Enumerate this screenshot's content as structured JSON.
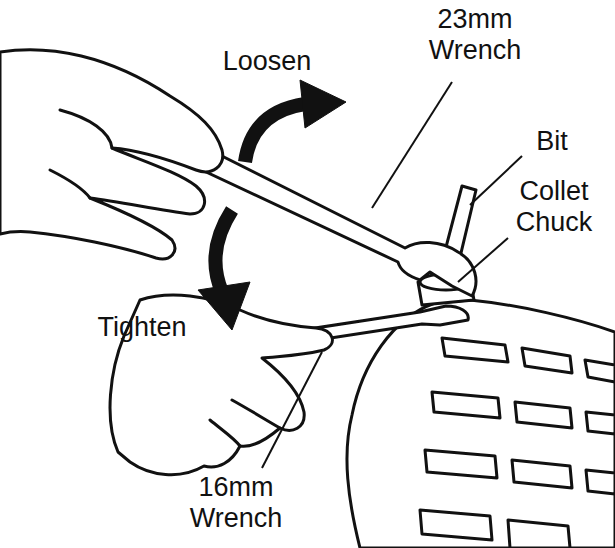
{
  "diagram": {
    "labels": [
      "23mm Wrench",
      "Loosen",
      "Bit",
      "Collet Chuck",
      "Tighten",
      "16mm Wrench"
    ]
  }
}
